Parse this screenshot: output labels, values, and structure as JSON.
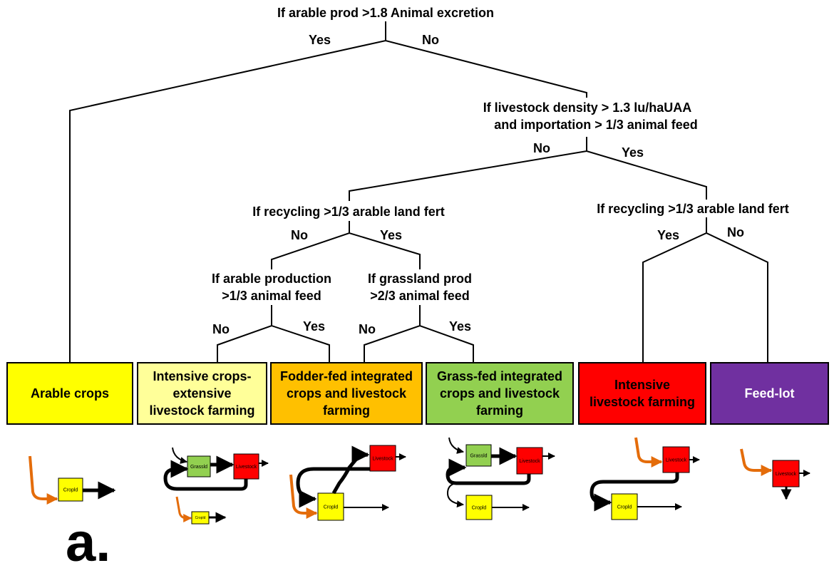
{
  "colors": {
    "arable_crops": "#ffff00",
    "intensive_crops_extensive": "#ffff99",
    "fodder_fed": "#ffc000",
    "grass_fed": "#92d050",
    "intensive_livestock": "#ff0000",
    "feed_lot": "#7030a0",
    "flow_orange": "#e46c0a",
    "flow_black": "#000000",
    "cropland_node": "#ffff00",
    "grassland_node": "#92d050",
    "livestock_node": "#ff0000"
  },
  "questions": {
    "q1": "If arable prod >1.8 Animal excretion",
    "q2_line1": "If livestock density > 1.3 lu/haUAA",
    "q2_line2": "and importation > 1/3 animal feed",
    "q3": "If recycling >1/3 arable land fert",
    "q4": "If recycling >1/3 arable land fert",
    "q5_line1": "If arable production",
    "q5_line2": ">1/3 animal feed",
    "q6_line1": "If grassland prod",
    "q6_line2": ">2/3 animal feed"
  },
  "branches": {
    "q1_yes": "Yes",
    "q1_no": "No",
    "q2_no": "No",
    "q2_yes": "Yes",
    "q3_no": "No",
    "q3_yes": "Yes",
    "q4_yes": "Yes",
    "q4_no": "No",
    "q5_no": "No",
    "q5_yes": "Yes",
    "q6_no": "No",
    "q6_yes": "Yes"
  },
  "categories": [
    {
      "id": "arable-crops",
      "label": "Arable crops"
    },
    {
      "id": "intensive-crops-extensive-livestock",
      "label": "Intensive crops-extensive livestock farming"
    },
    {
      "id": "fodder-fed",
      "label": "Fodder-fed integrated crops and livestock farming"
    },
    {
      "id": "grass-fed",
      "label": "Grass-fed integrated crops and livestock farming"
    },
    {
      "id": "intensive-livestock",
      "label": "Intensive livestock farming"
    },
    {
      "id": "feed-lot",
      "label": "Feed-lot"
    }
  ],
  "node_labels": {
    "cropland": "Cropld",
    "grassland": "Grassld",
    "livestock": "Livestock"
  },
  "panel_label": "a."
}
